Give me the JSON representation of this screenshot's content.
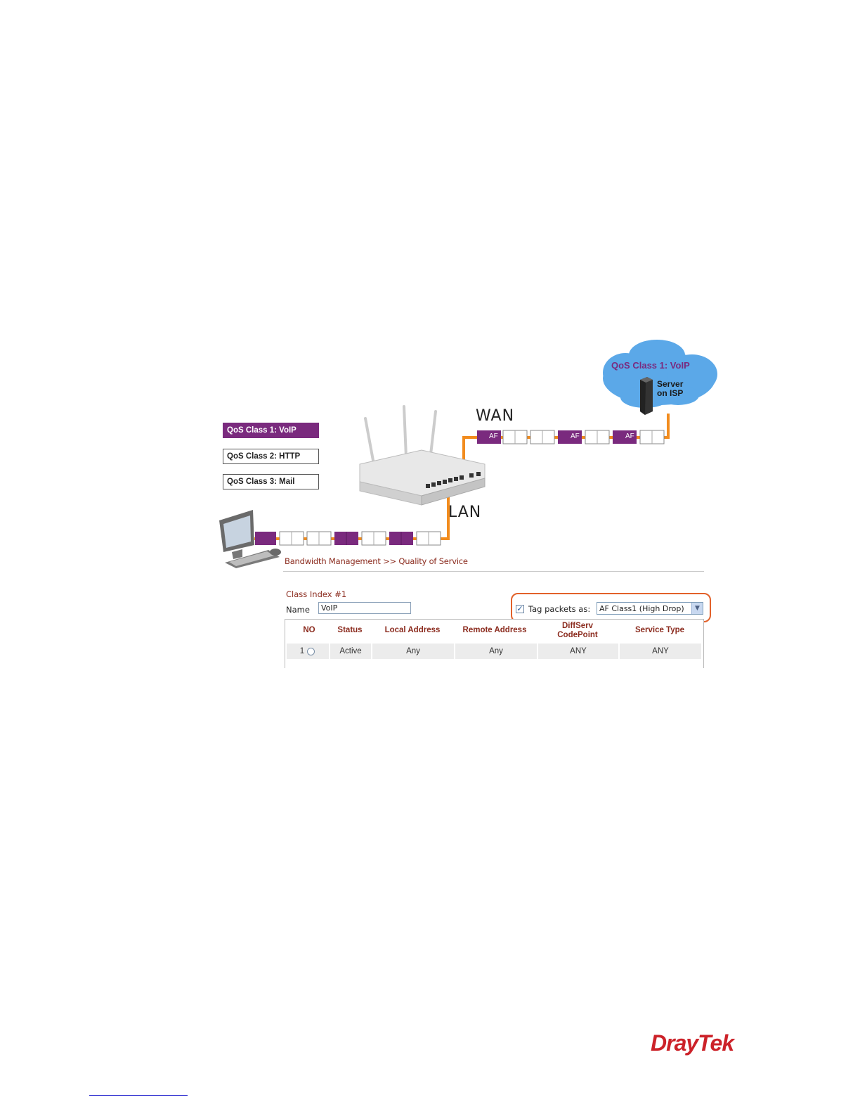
{
  "diagram": {
    "legend": [
      {
        "label": "QoS Class 1: VoIP",
        "active": true
      },
      {
        "label": "QoS Class 2: HTTP",
        "active": false
      },
      {
        "label": "QoS  Class 3: Mail",
        "active": false
      }
    ],
    "wan_label": "WAN",
    "lan_label": "LAN",
    "cloud": {
      "title": "QoS Class 1: VoIP",
      "server_label_line1": "Server",
      "server_label_line2": "on ISP"
    },
    "af_tag": "AF",
    "colors": {
      "purple": "#7a2a7e",
      "orange": "#f28c1e",
      "cloud": "#5ba8e8"
    }
  },
  "ui": {
    "breadcrumb": "Bandwidth Management >> Quality of Service",
    "class_index": "Class Index #1",
    "name_label": "Name",
    "name_value": "VoIP",
    "tag_checked": true,
    "tag_label": "Tag packets as:",
    "tag_value": "AF Class1 (High Drop)",
    "table": {
      "headers": [
        "NO",
        "Status",
        "Local Address",
        "Remote Address",
        "DiffServ",
        "CodePoint",
        "Service Type"
      ],
      "row": {
        "no": "1",
        "status": "Active",
        "local": "Any",
        "remote": "Any",
        "codepoint": "ANY",
        "service": "ANY"
      }
    }
  },
  "footer": {
    "logo": "DrayTek"
  }
}
